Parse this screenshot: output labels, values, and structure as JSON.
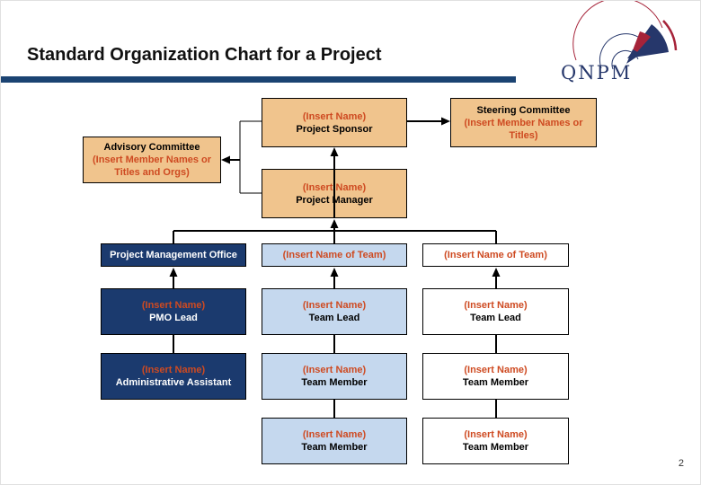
{
  "title": "Standard Organization Chart for a Project",
  "page_number": "2",
  "logo": {
    "text": "QNPM"
  },
  "colors": {
    "title_bar_navy": "#1B4372",
    "box_tan": "#F0C48D",
    "box_navy": "#1B3A6E",
    "box_light_blue": "#C5D8EE",
    "box_white": "#FFFFFF",
    "accent_text_orange": "#CE4A21",
    "connector_black": "#000000",
    "logo_navy": "#26376B",
    "logo_crimson": "#A62339"
  },
  "org_chart": {
    "sponsor": {
      "line1": "(Insert Name)",
      "line2": "Project Sponsor"
    },
    "steering": {
      "line1": "Steering Committee",
      "line2": "(Insert Member Names or Titles)"
    },
    "advisory": {
      "line1": "Advisory Committee",
      "line2": "(Insert Member Names or Titles and Orgs)"
    },
    "manager": {
      "line1": "(Insert Name)",
      "line2": "Project Manager"
    },
    "pmo_header": {
      "line1": "Project Management Office"
    },
    "team1_header": {
      "line1": "(Insert Name of Team)"
    },
    "team2_header": {
      "line1": "(Insert Name of Team)"
    },
    "pmo_lead": {
      "line1": "(Insert Name)",
      "line2": "PMO Lead"
    },
    "team1_lead": {
      "line1": "(Insert Name)",
      "line2": "Team Lead"
    },
    "team2_lead": {
      "line1": "(Insert Name)",
      "line2": "Team Lead"
    },
    "admin_assistant": {
      "line1": "(Insert Name)",
      "line2": "Administrative Assistant"
    },
    "team1_member1": {
      "line1": "(Insert Name)",
      "line2": "Team Member"
    },
    "team2_member1": {
      "line1": "(Insert Name)",
      "line2": "Team Member"
    },
    "team1_member2": {
      "line1": "(Insert Name)",
      "line2": "Team Member"
    },
    "team2_member2": {
      "line1": "(Insert Name)",
      "line2": "Team Member"
    }
  }
}
